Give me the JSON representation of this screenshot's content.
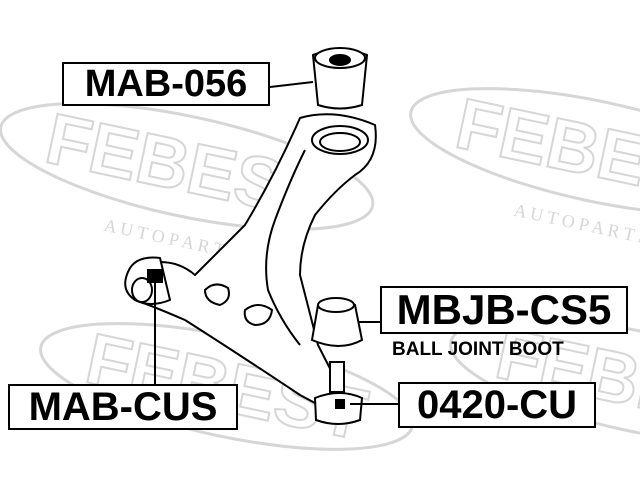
{
  "watermark": {
    "brand": "FEBEST",
    "tagline": "A U T O   P A R T S",
    "color": "#d6d6d6"
  },
  "parts": [
    {
      "part_number": "MAB-056",
      "description": "",
      "component": "upper bushing"
    },
    {
      "part_number": "MBJB-CS5",
      "description": "BALL JOINT BOOT",
      "component": "ball joint boot"
    },
    {
      "part_number": "MAB-CUS",
      "description": "",
      "component": "front bushing"
    },
    {
      "part_number": "0420-CU",
      "description": "",
      "component": "ball joint"
    }
  ],
  "colors": {
    "line": "#000000",
    "background": "#ffffff",
    "part_fill": "#ffffff"
  }
}
